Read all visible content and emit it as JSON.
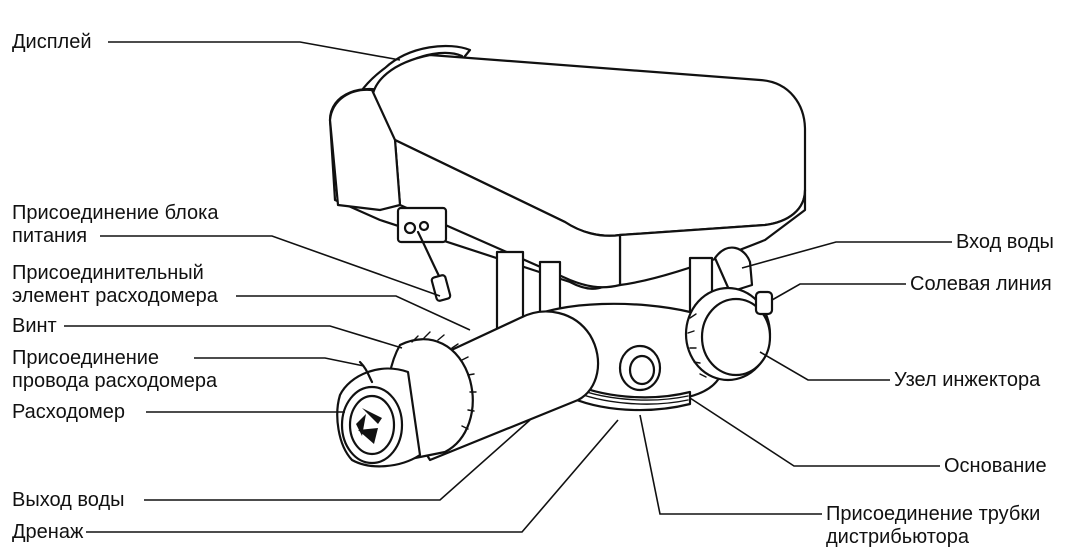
{
  "labels": {
    "display": "Дисплей",
    "power_line1": "Присоединение блока",
    "power_line2": "питания",
    "meter_element_line1": "Присоединительный",
    "meter_element_line2": "элемент расходомера",
    "screw": "Винт",
    "meter_wire_line1": "Присоединение",
    "meter_wire_line2": "провода расходомера",
    "flowmeter": "Расходомер",
    "water_outlet": "Выход воды",
    "drain": "Дренаж",
    "water_inlet": "Вход воды",
    "brine_line": "Солевая линия",
    "injector": "Узел инжектора",
    "base": "Основание",
    "distributor_line1": "Присоединение трубки",
    "distributor_line2": "дистрибьютора"
  }
}
